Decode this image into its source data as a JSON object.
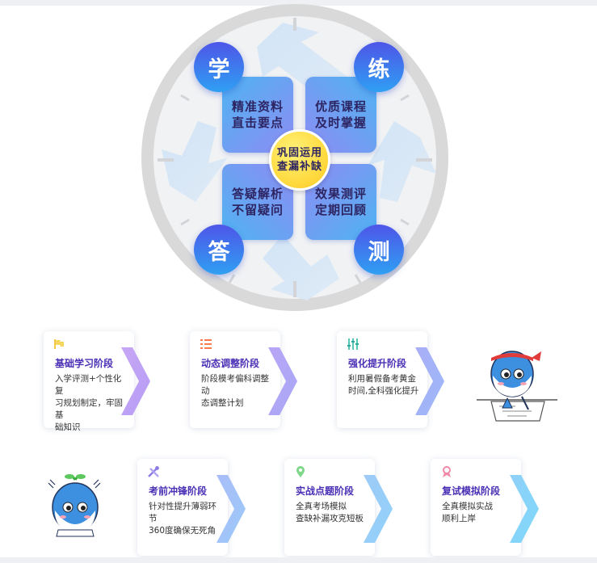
{
  "diagram": {
    "badges": {
      "xue": "学",
      "lian": "练",
      "da": "答",
      "ce": "测"
    },
    "quadrants": {
      "top_left": [
        "精准资料",
        "直击要点"
      ],
      "top_right": [
        "优质课程",
        "及时掌握"
      ],
      "bottom_left": [
        "答疑解析",
        "不留疑问"
      ],
      "bottom_right": [
        "效果测评",
        "定期回顾"
      ]
    },
    "center": [
      "巩固运用",
      "查漏补缺"
    ]
  },
  "stages": [
    {
      "title": "基础学习阶段",
      "icon": "flag-icon",
      "desc": [
        "入学评测+个性化复",
        "习规划制定，牢固基",
        "础知识"
      ]
    },
    {
      "title": "动态调整阶段",
      "icon": "list-icon",
      "desc": [
        "阶段模考偏科调整动",
        "态调整计划"
      ]
    },
    {
      "title": "强化提升阶段",
      "icon": "sliders-icon",
      "desc": [
        "利用暑假备考黄金",
        "时间,全科强化提升"
      ]
    },
    {
      "title": "考前冲锋阶段",
      "icon": "tools-icon",
      "desc": [
        "针对性提升薄弱环节",
        "360度确保无死角"
      ]
    },
    {
      "title": "实战点题阶段",
      "icon": "location-pin-icon",
      "desc": [
        "全真考场模拟",
        "查缺补漏攻克短板"
      ]
    },
    {
      "title": "复试模拟阶段",
      "icon": "award-icon",
      "desc": [
        "全真模拟实战",
        "顺利上岸"
      ]
    }
  ],
  "colors": {
    "badge_gradient": [
      "#4e55e8",
      "#2fa0f3"
    ],
    "quad_gradient": [
      "#4fb4f2",
      "#8d8cf3"
    ],
    "center": "#ffd93d",
    "stage_title": "#4a2fb5",
    "chevron_gradient": [
      "#c7a6f5",
      "#9fc9f8"
    ]
  }
}
